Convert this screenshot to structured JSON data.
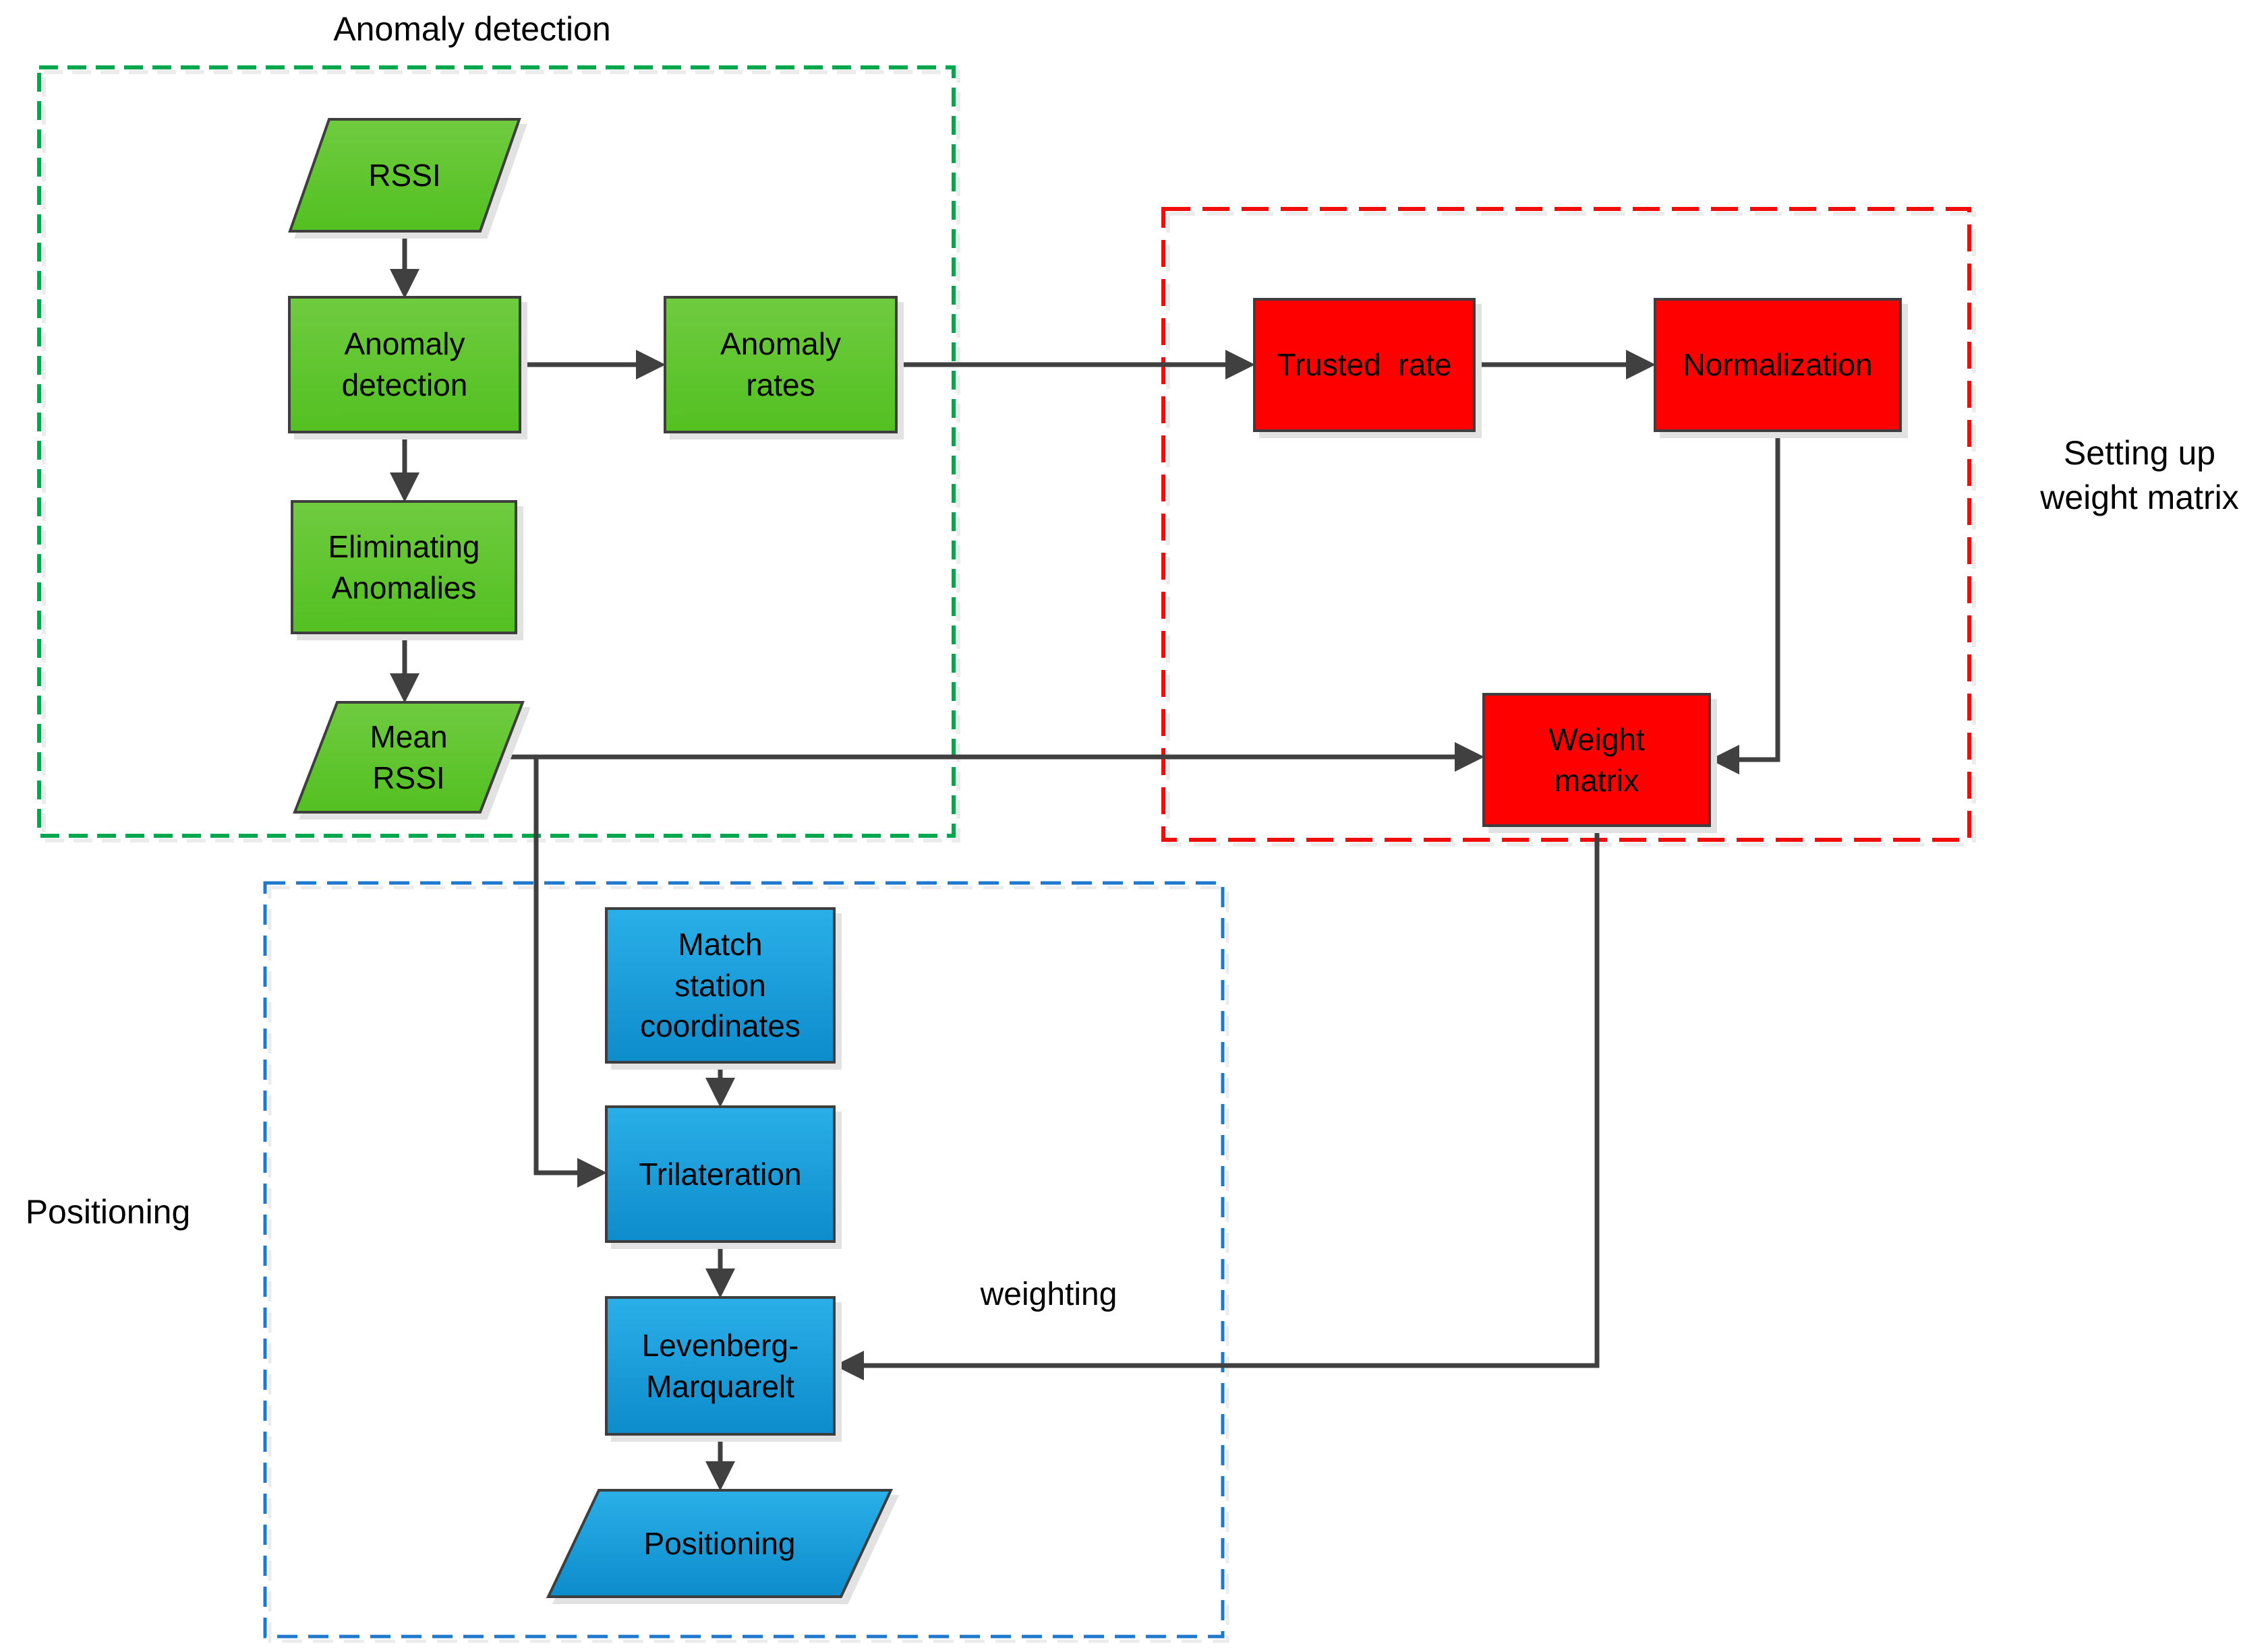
{
  "sections": {
    "anomaly_detection": {
      "title": "Anomaly detection"
    },
    "weight_matrix": {
      "title": "Setting up\nweight matrix"
    },
    "positioning": {
      "title": "Positioning"
    }
  },
  "nodes": {
    "rssi": {
      "label": "RSSI",
      "shape": "parallelogram",
      "group": "anomaly-detection"
    },
    "anomaly_detection": {
      "label": "Anomaly\ndetection",
      "shape": "process",
      "group": "anomaly-detection"
    },
    "anomaly_rates": {
      "label": "Anomaly\nrates",
      "shape": "process",
      "group": "anomaly-detection"
    },
    "eliminating_anomalies": {
      "label": "Eliminating\nAnomalies",
      "shape": "process",
      "group": "anomaly-detection"
    },
    "mean_rssi": {
      "label": "Mean\nRSSI",
      "shape": "parallelogram",
      "group": "anomaly-detection"
    },
    "trusted_rate": {
      "label": "Trusted  rate",
      "shape": "process",
      "group": "setting-up-weight-matrix"
    },
    "normalization": {
      "label": "Normalization",
      "shape": "process",
      "group": "setting-up-weight-matrix"
    },
    "weight_matrix": {
      "label": "Weight\nmatrix",
      "shape": "process",
      "group": "setting-up-weight-matrix"
    },
    "match_station_coordinates": {
      "label": "Match\nstation\ncoordinates",
      "shape": "process",
      "group": "positioning"
    },
    "trilateration": {
      "label": "Trilateration",
      "shape": "process",
      "group": "positioning"
    },
    "levenberg_marquarelt": {
      "label": "Levenberg-\nMarquarelt",
      "shape": "process",
      "group": "positioning"
    },
    "positioning_output": {
      "label": "Positioning",
      "shape": "parallelogram",
      "group": "positioning"
    }
  },
  "edge_labels": {
    "weighting": "weighting"
  },
  "colors": {
    "green_fill_top": "#6fcb3f",
    "green_fill_bottom": "#53c021",
    "blue_fill_top": "#2aafe8",
    "blue_fill_bottom": "#0d8ccb",
    "red_fill": "#fe0000",
    "shape_border": "#3e3e3e",
    "arrow": "#404040",
    "dashed_green": "#00a84d",
    "dashed_red": "#f20d0d",
    "dashed_blue": "#1e78ce",
    "text": "#000000"
  }
}
